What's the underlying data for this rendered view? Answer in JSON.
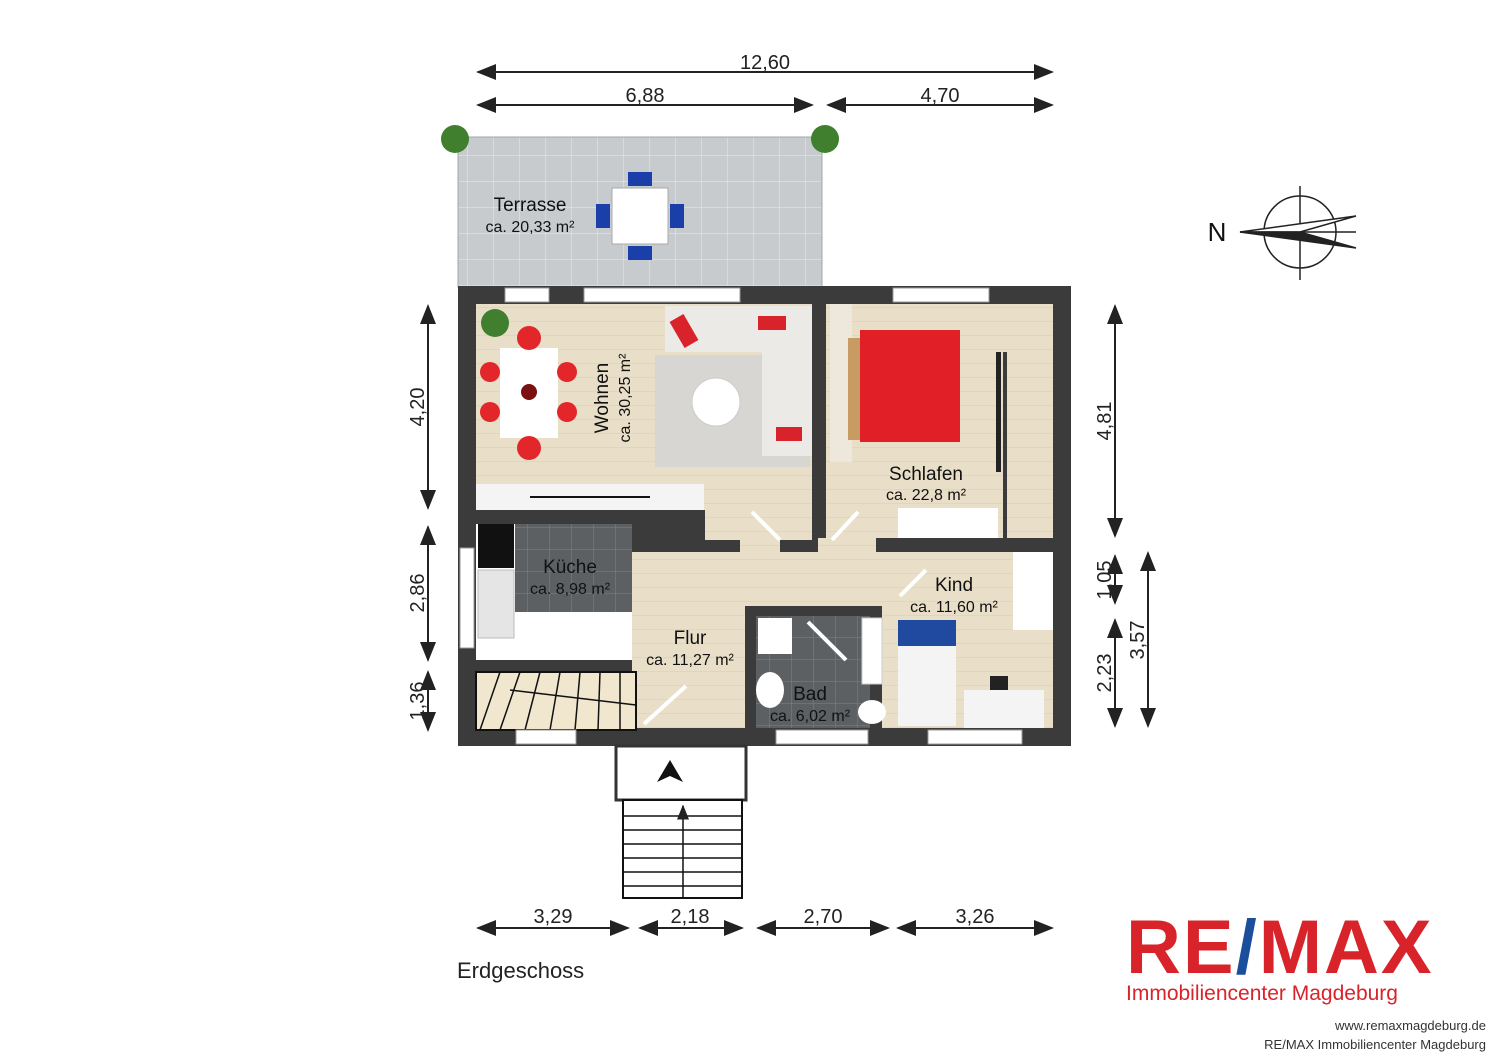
{
  "floor_name": "Erdgeschoss",
  "compass": {
    "label": "N"
  },
  "dimensions": {
    "top_total": "12,60",
    "top_left": "6,88",
    "top_right": "4,70",
    "bottom": [
      "3,29",
      "2,18",
      "2,70",
      "3,26"
    ],
    "left": [
      "4,20",
      "2,86",
      "1,36"
    ],
    "right_inner": [
      "4,81",
      "1,05",
      "2,23"
    ],
    "right_outer": "3,57"
  },
  "rooms": {
    "terrasse": {
      "name": "Terrasse",
      "area": "ca. 20,33 m²"
    },
    "wohnen": {
      "name": "Wohnen",
      "area": "ca. 30,25 m²"
    },
    "schlafen": {
      "name": "Schlafen",
      "area": "ca. 22,8 m²"
    },
    "kueche": {
      "name": "Küche",
      "area": "ca. 8,98 m²"
    },
    "kind": {
      "name": "Kind",
      "area": "ca. 11,60 m²"
    },
    "flur": {
      "name": "Flur",
      "area": "ca. 11,27 m²"
    },
    "bad": {
      "name": "Bad",
      "area": "ca. 6,02 m²"
    }
  },
  "logo": {
    "re": "RE",
    "slash": "/",
    "max": "MAX",
    "subtitle": "Immobiliencenter Magdeburg"
  },
  "footer": {
    "website": "www.remaxmagdeburg.de",
    "company": "RE/MAX Immobiliencenter Magdeburg"
  },
  "colors": {
    "wall": "#3b3b3b",
    "floor": "#e9dfc8",
    "tile": "#5d6063",
    "terrace": "#c7cbce",
    "accent_red": "#d8232a",
    "accent_blue": "#1a4f9c"
  }
}
